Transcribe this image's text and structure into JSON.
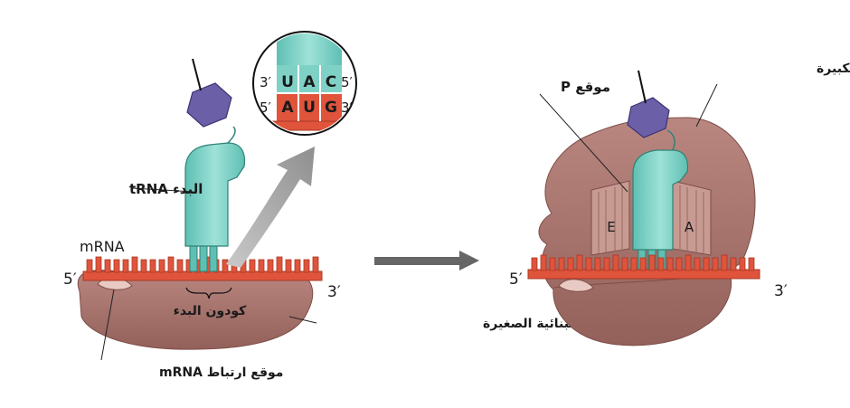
{
  "left": {
    "label_trna": "tRNA البدء",
    "label_mrna": "mRNA",
    "label_5prime": "5′",
    "label_3prime": "3′",
    "label_start_codon": "كودون البدء",
    "label_small_subunit": "الوحدة البنائية الصغيرة",
    "label_binding_site": "موقع ارتباط mRNA"
  },
  "inset": {
    "top_left": "3′",
    "top_right": "5′",
    "bottom_left": "5′",
    "bottom_right": "3′",
    "anticodon": [
      "U",
      "A",
      "C"
    ],
    "codon": [
      "A",
      "U",
      "G"
    ]
  },
  "right": {
    "label_large_subunit": "الوحدة البنائية الكبيرة",
    "label_p_site": "موقع P",
    "label_e": "E",
    "label_a": "A",
    "label_5prime": "5′",
    "label_3prime": "3′"
  },
  "colors": {
    "ribosome": "#a6726b",
    "ribosome_dark": "#7e4e48",
    "trna": "#7fd1c6",
    "trna_dark": "#3f9b90",
    "mrna": "#e0543c",
    "amino_acid": "#6b5fa8",
    "arrow": "#8a8a8a"
  }
}
